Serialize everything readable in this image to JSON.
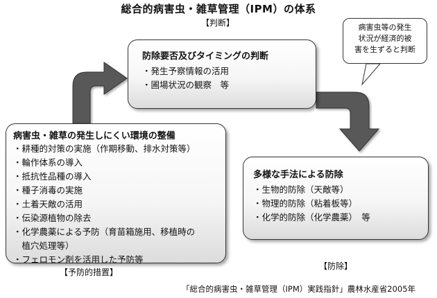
{
  "title": "総合的病害虫・雑草管理（IPM）の体系",
  "judgment_label": "【判断】",
  "callout": {
    "lines": [
      "病害虫等の発生",
      "状況が経済的被",
      "害を生ずると判断"
    ]
  },
  "judgment_box": {
    "heading": "防除要否及びタイミングの判断",
    "items": [
      "・発生予察情報の活用",
      "・圃場状況の観察　等"
    ]
  },
  "prevention_box": {
    "heading": "病害虫・雑草の発生しにくい環境の整備",
    "items": [
      "・耕種的対策の実施（作期移動、排水対策等）",
      "・輪作体系の導入",
      "・抵抗性品種の導入",
      "・種子消毒の実施",
      "・土着天敵の活用",
      "・伝染源植物の除去",
      "・化学農薬による予防（育苗箱施用、移植時の",
      "　植穴処理等）",
      "・フェロモン剤を活用した予防等"
    ]
  },
  "prevention_label": "【予防的措置】",
  "control_box": {
    "heading": "多様な手法による防除",
    "items": [
      "・生物的防除（天敵等）",
      "・物理的防除（粘着板等）",
      "・化学的防除（化学農薬）　等"
    ]
  },
  "control_label": "【防除】",
  "source": "「総合的病害虫・雑草管理（IPM）実践指針」農林水産省2005年",
  "colors": {
    "arrow_fill": "#555555",
    "arrow_edge": "#333333",
    "box_border": "#333333"
  }
}
